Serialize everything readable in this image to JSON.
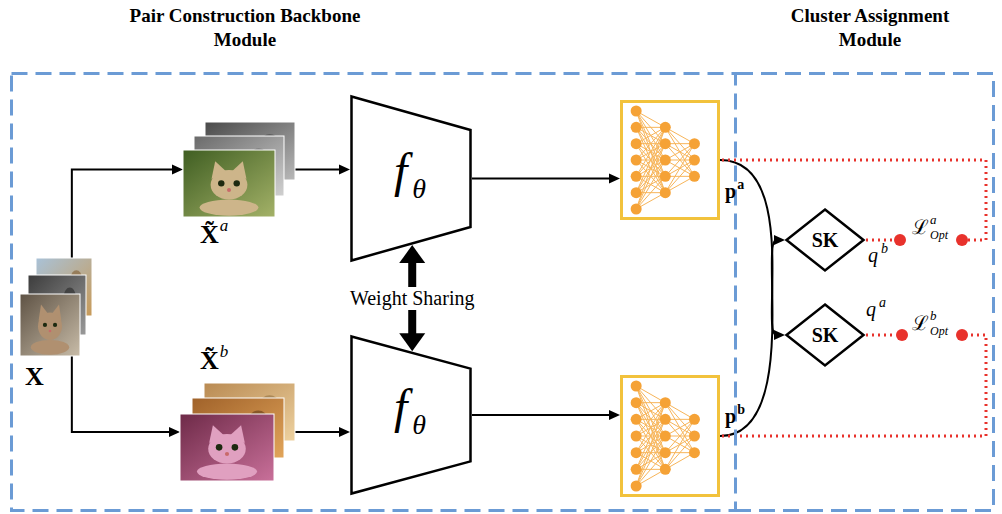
{
  "diagram": {
    "nodes": [
      {
        "text": [
          "Pair Construction Backbone Module"
        ]
      },
      {
        "text": [
          "Cluster Assignment Module"
        ]
      },
      {
        "text": [
          "X"
        ],
        "in": 0
      },
      {
        "text": [
          "X̃",
          "a"
        ],
        "in": 0
      },
      {
        "text": [
          "f",
          "θ"
        ],
        "in": 0
      },
      {
        "text": [
          "p",
          "a"
        ],
        "in": 0
      },
      {
        "text": [
          "X̃",
          "b"
        ],
        "in": 0
      },
      {
        "text": [
          "f",
          "θ"
        ],
        "in": 0
      },
      {
        "text": [
          "p",
          "b"
        ],
        "in": 0
      },
      {
        "text": [
          "SK"
        ],
        "in": 1
      },
      {
        "text": [
          "SK"
        ],
        "in": 1
      }
    ],
    "edges": [
      {
        "from": 2,
        "to": 3,
        "arrow": "to"
      },
      {
        "from": 2,
        "to": 6,
        "arrow": "to"
      },
      {
        "from": 3,
        "to": 4,
        "arrow": "to"
      },
      {
        "from": 6,
        "to": 7,
        "arrow": "to"
      },
      {
        "from": 4,
        "to": 5,
        "arrow": "to"
      },
      {
        "from": 7,
        "to": 8,
        "arrow": "to"
      },
      {
        "from": 4,
        "to": 7,
        "label": "Weight Sharing",
        "arrow": "both"
      },
      {
        "from": 5,
        "to": 10,
        "arrow": "to"
      },
      {
        "from": 8,
        "to": 9,
        "arrow": "to"
      }
    ],
    "labels": [
      "q",
      "b",
      "ℒ",
      "a",
      "Opt",
      "q",
      "a",
      "ℒ",
      "b",
      "Opt"
    ]
  }
}
